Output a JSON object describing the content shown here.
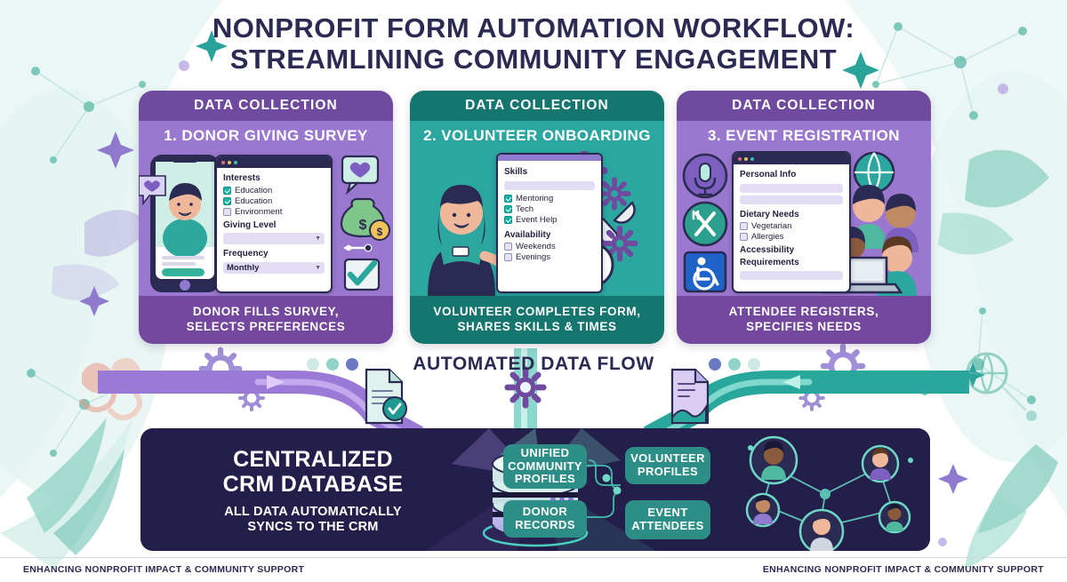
{
  "title": {
    "line1": "NONPROFIT FORM AUTOMATION WORKFLOW:",
    "line2": "STREAMLINING COMMUNITY ENGAGEMENT"
  },
  "colors": {
    "purple_dark": "#6f4a9e",
    "purple_light": "#9b78cf",
    "teal_dark": "#15756f",
    "teal_light": "#2ba7a0",
    "navy": "#241f4a",
    "text_navy": "#2b2a52",
    "accent_teal": "#2c8e86"
  },
  "cards": [
    {
      "band": "DATA COLLECTION",
      "subtitle": "1. DONOR GIVING SURVEY",
      "footer_line1": "DONOR FILLS SURVEY,",
      "footer_line2": "SELECTS PREFERENCES",
      "form": {
        "section1_label": "Interests",
        "options": [
          {
            "label": "Education",
            "checked": true
          },
          {
            "label": "Education",
            "checked": true
          },
          {
            "label": "Environment",
            "checked": false
          }
        ],
        "section2_label": "Giving Level",
        "select1_value": "",
        "section3_label": "Frequency",
        "select2_value": "Monthly"
      },
      "icons": [
        "heart-speech-bubble-icon",
        "money-bag-icon",
        "slider-icon",
        "checkmark-box-icon"
      ],
      "illustration": "donor-on-phone-illustration"
    },
    {
      "band": "DATA COLLECTION",
      "subtitle": "2. VOLUNTEER ONBOARDING",
      "footer_line1": "VOLUNTEER COMPLETES FORM,",
      "footer_line2": "SHARES SKILLS & TIMES",
      "form": {
        "section1_label": "Skills",
        "options": [
          {
            "label": "Mentoring",
            "checked": true
          },
          {
            "label": "Tech",
            "checked": true
          },
          {
            "label": "Event Help",
            "checked": true
          }
        ],
        "section2_label": "Availability",
        "options2": [
          {
            "label": "Weekends",
            "checked": false
          },
          {
            "label": "Evenings",
            "checked": false
          }
        ]
      },
      "icons": [
        "gear-icon",
        "wrench-screwdriver-icon",
        "clock-icon"
      ],
      "illustration": "volunteer-with-clipboard-illustration"
    },
    {
      "band": "DATA COLLECTION",
      "subtitle": "3. EVENT REGISTRATION",
      "footer_line1": "ATTENDEE REGISTERS,",
      "footer_line2": "SPECIFIES NEEDS",
      "form": {
        "section1_label": "Personal Info",
        "section2_label": "Dietary Needs",
        "options": [
          {
            "label": "Vegetarian",
            "checked": false
          },
          {
            "label": "Allergies",
            "checked": false
          }
        ],
        "section3_label": "Accessibility Requirements"
      },
      "icons": [
        "microphone-icon",
        "fork-knife-icon",
        "wheelchair-accessibility-icon",
        "globe-icon"
      ],
      "illustration": "event-attendees-with-laptop-illustration"
    }
  ],
  "flow": {
    "title": "AUTOMATED DATA FLOW",
    "icons": [
      "document-check-icon",
      "gear-icon",
      "document-signature-icon"
    ]
  },
  "crm": {
    "title_line1": "CENTRALIZED",
    "title_line2": "CRM DATABASE",
    "subtitle_line1": "ALL DATA AUTOMATICALLY",
    "subtitle_line2": "SYNCS TO THE CRM",
    "pills": [
      {
        "id": "unified",
        "lines": [
          "UNIFIED",
          "COMMUNITY",
          "PROFILES"
        ]
      },
      {
        "id": "donor",
        "lines": [
          "DONOR",
          "RECORDS"
        ]
      },
      {
        "id": "volunteer",
        "lines": [
          "VOLUNTEER",
          "PROFILES"
        ]
      },
      {
        "id": "event",
        "lines": [
          "EVENT",
          "ATTENDEES"
        ]
      }
    ],
    "database_icon": "database-cylinder-icon",
    "network_icon": "people-network-icon"
  },
  "footer": {
    "left": "ENHANCING NONPROFIT IMPACT & COMMUNITY SUPPORT",
    "right": "ENHANCING NONPROFIT IMPACT & COMMUNITY SUPPORT"
  }
}
